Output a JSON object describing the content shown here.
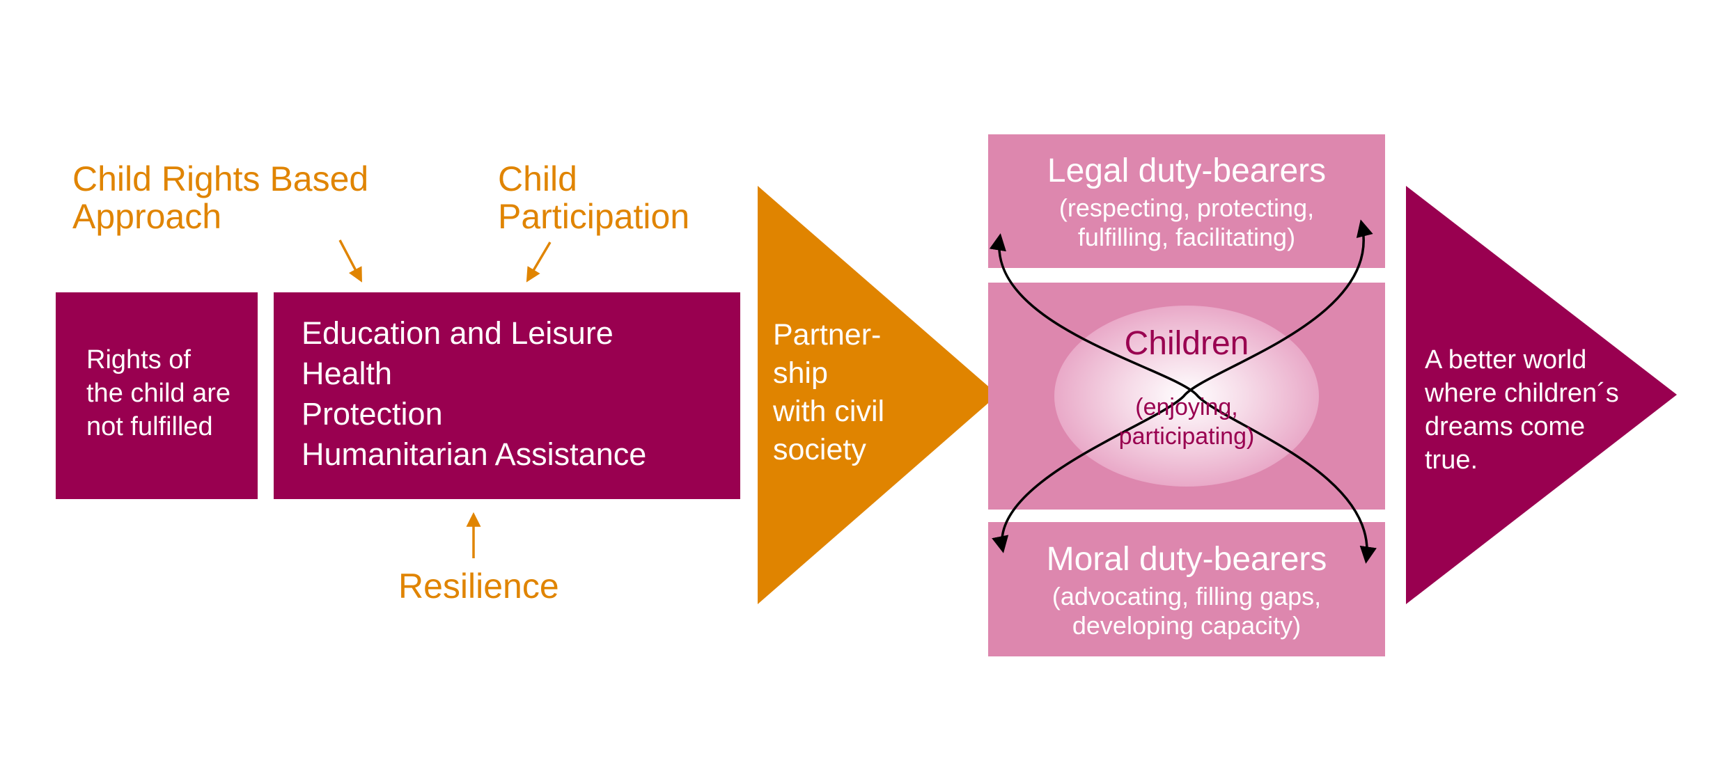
{
  "colors": {
    "plum": "#990050",
    "orange": "#e08400",
    "pink": "#dd87ae",
    "black": "#000000"
  },
  "labels": {
    "crba": [
      "Child Rights Based",
      "Approach"
    ],
    "participation": [
      "Child",
      "Participation"
    ],
    "resilience": "Resilience"
  },
  "boxes": {
    "rights_not_fulfilled": [
      "Rights of",
      "the child are",
      "not fulfilled"
    ],
    "sectors": [
      "Education and Leisure",
      "Health",
      "Protection",
      "Humanitarian Assistance"
    ]
  },
  "partnership_arrow": [
    "Partner-",
    "ship",
    "with civil",
    "society"
  ],
  "legal": {
    "title": "Legal duty-bearers",
    "subtitle": [
      "(respecting, protecting,",
      "fulfilling, facilitating)"
    ]
  },
  "children": {
    "title": "Children",
    "subtitle": [
      "(enjoying,",
      "participating)"
    ]
  },
  "moral": {
    "title": "Moral duty-bearers",
    "subtitle": [
      "(advocating, filling gaps,",
      "developing capacity)"
    ]
  },
  "better_world_arrow": [
    "A better world",
    "where children´s",
    "dreams come",
    "true."
  ]
}
